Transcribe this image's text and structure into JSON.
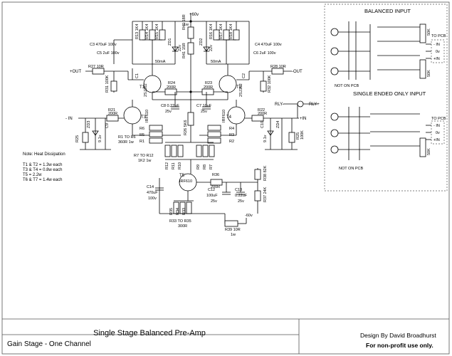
{
  "title_block": {
    "title": "Single Stage Balanced Pre-Amp",
    "subtitle": "Gain Stage - One Channel",
    "designer": "Design By David Broadhurst",
    "license": "For non-profit use only."
  },
  "notes": {
    "heading": "Note: Heat Dissipation",
    "lines": [
      "T1 & T2 = 1.3w each",
      "T3 & T4 = 0.8w each",
      "T5 = 2.2w",
      "T6 & T7 = 1.4w each"
    ]
  },
  "panels": {
    "balanced_title": "BALANCED INPUT",
    "single_title": "SINGLE ENDED ONLY INPUT",
    "not_on_pcb": "NOT ON PCB",
    "to_pcb": "TO PCB",
    "minus_in": "- IN",
    "zero_v": "0v",
    "plus_in": "+IN",
    "pot": "50K"
  },
  "labels": {
    "r40": "R40 18R",
    "r40_w": "1w",
    "r41": "R41 15R",
    "plus60": "+60v",
    "r13": "R13 1K4",
    "r14": "R14 1K4",
    "r15": "R15 1K4",
    "r16": "R16 1K4",
    "r17": "R17 1K4",
    "r18": "R18 1K4",
    "r1w": "1w",
    "zd1": "ZD1",
    "zd2": "ZD2",
    "v22": "22v",
    "c3": "C3 470uF 100v",
    "c4": "C4 470uF 100v",
    "c5": "C5 2uF 100v",
    "c6": "C6 2uF 100v",
    "ma50": "50mA",
    "r27": "R27 10R",
    "r28": "R28 10R",
    "out_pos": "+OUT",
    "out_neg": "-OUT",
    "r31": "R31 100K",
    "r32": "R32 100K",
    "c1": "C1",
    "c2": "C2",
    "t1": "T1",
    "t1_part": "2SJ162",
    "t2": "T2",
    "t2_part": "2SJ162",
    "r24": "R24",
    "r24v": "200R",
    "r23": "R23",
    "r23v": "200R",
    "c8": "C8 0.22uF",
    "c8v": "25v",
    "c7": "C7 10uF",
    "c7v": "25v",
    "r26": "R26 5K6",
    "t3": "T3",
    "t3_part": "IRF610",
    "t4": "T4",
    "t4_part": "IRF610",
    "minus_in": "- IN",
    "plus_in": "+IN",
    "r21": "R21",
    "r21v": "200R",
    "r22": "R22",
    "r22v": "200R",
    "rly_m": "RLY-",
    "rly_p": "RLY+",
    "r25l": "R25",
    "r25r": "R25",
    "r25rv": "100K",
    "c9": "C9",
    "c10": "C10",
    "zd3": "ZD3",
    "zd4": "ZD4",
    "v9": "9.1v",
    "v9b": "9.1v",
    "r6": "R6",
    "r5": "R5",
    "r1": "R1",
    "r4": "R4",
    "r3": "R3",
    "r2": "R2",
    "r1to6": "R1 TO R6",
    "r1to6v": "360R 1w",
    "r7to12": "R7 TO R12",
    "r7to12v": "1K2 1w",
    "r12": "R12",
    "r11": "R11",
    "r10": "R10",
    "r9": "R9",
    "r8": "R8",
    "r7": "R7",
    "t5": "T5",
    "t5_part": "IRF610",
    "r36": "R36",
    "r36v": "200R",
    "c12": "C12",
    "c12v": "100uF",
    "c12w": "25v",
    "c13": "C13",
    "c13v": "0.22uF",
    "c13w": "25v",
    "r38": "R38 82K",
    "r37": "R37 24K",
    "c14": "C14",
    "c14v": "470uF",
    "c14w": "100v",
    "r35": "R35",
    "r34": "R34",
    "r33": "R33",
    "r33to35": "R33 TO R35",
    "r33to35v": "300R",
    "r39": "R39 10R",
    "r39w": "1w",
    "minus60": "-60v"
  }
}
